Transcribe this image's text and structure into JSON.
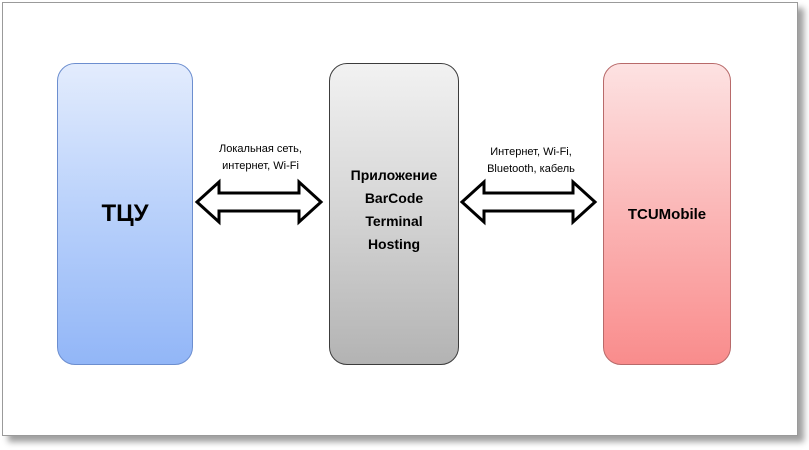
{
  "nodes": {
    "left": {
      "label": "ТЦУ",
      "color": "#92b6f7"
    },
    "center": {
      "label": "Приложение\nBarCode\nTerminal\nHosting",
      "color": "#b3b3b3"
    },
    "right": {
      "label": "TCUMobile",
      "color": "#f98c8c"
    }
  },
  "edges": {
    "left": {
      "label": "Локальная сеть,\nинтернет, Wi-Fi",
      "direction": "bidirectional"
    },
    "right": {
      "label": "Интернет, Wi-Fi,\nBluetooth,  кабель",
      "direction": "bidirectional"
    }
  }
}
